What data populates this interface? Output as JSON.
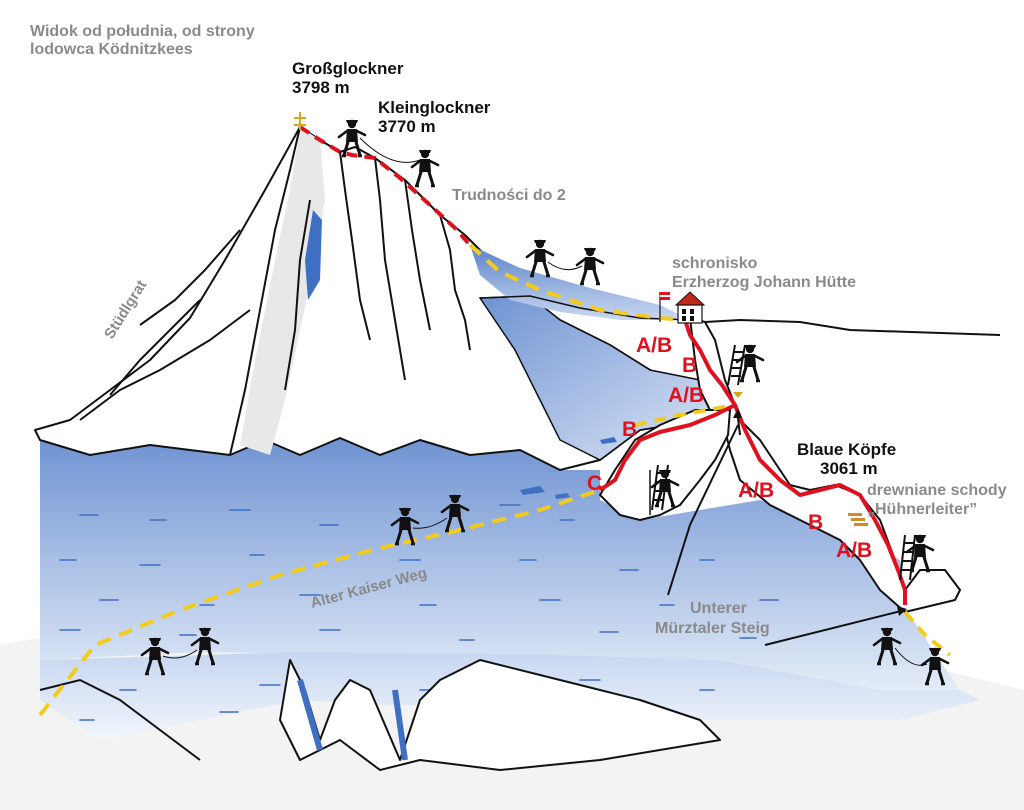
{
  "header": {
    "line1": "Widok od południa, od strony",
    "line2": "lodowca Ködnitzkees"
  },
  "peaks": {
    "grossglockner": {
      "name": "Großglockner",
      "height": "3798 m"
    },
    "kleinglockner": {
      "name": "Kleinglockner",
      "height": "3770 m"
    },
    "blaue_kopfe": {
      "name": "Blaue Köpfe",
      "height": "3061 m"
    }
  },
  "labels": {
    "difficulty": "Trudności do 2",
    "hut_line1": "schronisko",
    "hut_line2": "Erzherzog Johann Hütte",
    "stairs_line1": "drewniane schody",
    "stairs_line2": "„Hühnerleiter”",
    "ridge": "Stüdlgrat",
    "old_route": "Alter Kaiser Weg",
    "lower_route_line1": "Unterer",
    "lower_route_line2": "Mürztaler Steig"
  },
  "grades": {
    "g1": "A/B",
    "g2": "B",
    "g3": "A/B",
    "g4": "B",
    "g5": "C",
    "g6": "A/B",
    "g7": "B",
    "g8": "A/B"
  },
  "colors": {
    "glacier": "#7d9fd6",
    "glacier_light": "#cfdcf2",
    "route_red": "#e0101e",
    "route_yellow": "#f2cc1c",
    "label_grey": "#8a8a8a",
    "text_black": "#111111"
  }
}
